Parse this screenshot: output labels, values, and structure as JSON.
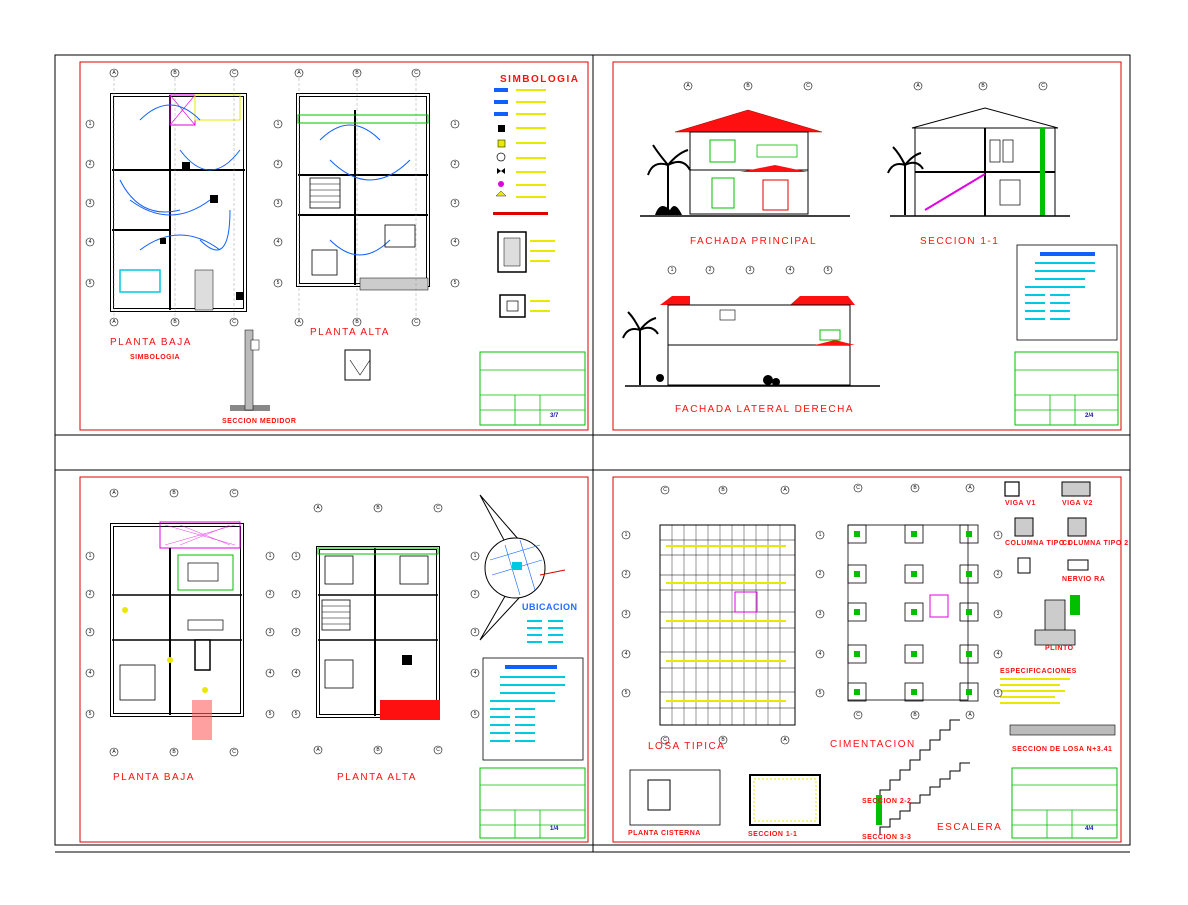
{
  "panels": {
    "electrical": {
      "symbology_title": "SIMBOLOGIA",
      "symbology_title_2": "SIMBOLOGIA",
      "planta_baja": "PLANTA BAJA",
      "planta_alta": "PLANTA ALTA",
      "seccion_medidor": "SECCION MEDIDOR",
      "sheet_no": "3/7",
      "grid_cols": [
        "A",
        "B",
        "C"
      ],
      "grid_rows": [
        "1",
        "2",
        "3",
        "4",
        "5"
      ]
    },
    "elevations": {
      "fachada_principal": "FACHADA PRINCIPAL",
      "seccion_1_1": "SECCION 1-1",
      "fachada_lateral_derecha": "FACHADA LATERAL DERECHA",
      "sheet_no": "2/4",
      "grid_cols": [
        "A",
        "B",
        "C"
      ],
      "lateral_cols": [
        "1",
        "2",
        "3",
        "4",
        "5"
      ]
    },
    "floor_plans": {
      "planta_baja": "PLANTA BAJA",
      "planta_alta": "PLANTA ALTA",
      "ubicacion": "UBICACION",
      "sheet_no": "1/4",
      "grid_cols": [
        "A",
        "B",
        "C"
      ],
      "grid_rows": [
        "1",
        "2",
        "3",
        "4",
        "5"
      ]
    },
    "structural": {
      "losa_tipica": "LOSA TIPICA",
      "cimentacion": "CIMENTACION",
      "viga_v1": "VIGA V1",
      "viga_v2": "VIGA V2",
      "columna_tipo_1": "COLUMNA TIPO 1",
      "columna_tipo_2": "COLUMNA TIPO 2",
      "nervio": "NERVIO RA",
      "plinto": "PLINTO",
      "especificaciones": "ESPECIFICACIONES",
      "seccion_losa": "SECCION DE LOSA N+3.41",
      "planta_cisterna": "PLANTA CISTERNA",
      "seccion_1_1": "SECCION 1-1",
      "seccion_2_2": "SECCION 2-2",
      "seccion_3_3": "SECCION 3-3",
      "escalera": "ESCALERA",
      "sheet_no": "4/4",
      "grid_cols": [
        "C",
        "B",
        "A"
      ],
      "grid_rows": [
        "1",
        "2",
        "3",
        "4",
        "5"
      ]
    }
  },
  "colors": {
    "frame": "#000000",
    "border": "#e00000",
    "walls": "#ffffff",
    "green": "#00c000",
    "yellow": "#e8e800",
    "cyan": "#00c8e0",
    "magenta": "#e000e0",
    "blue": "#1060ff",
    "red": "#ff1010",
    "black": "#000000"
  }
}
